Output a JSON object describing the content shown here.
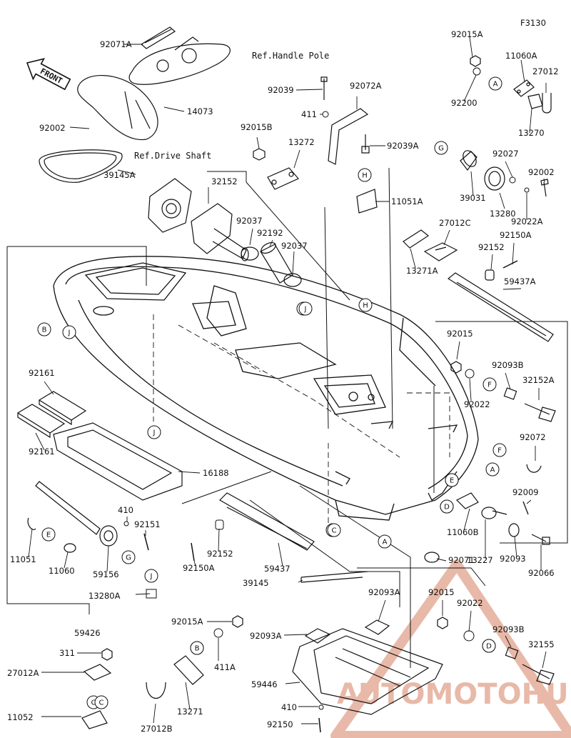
{
  "figure_code": "F3130",
  "front_label": "FRONT",
  "ref_handle_pole": "Ref.Handle Pole",
  "ref_drive_shaft": "Ref.Drive Shaft",
  "watermark_text": "AUTOMOTOHUB",
  "parts": [
    "92015A",
    "11060A",
    "27012",
    "92200",
    "13270",
    "92071A",
    "92039",
    "92072A",
    "411",
    "14073",
    "92002",
    "92015B",
    "13272",
    "92039A",
    "92027",
    "92002",
    "39145A",
    "32152",
    "11051A",
    "39031",
    "92022A",
    "13280",
    "92037",
    "92192",
    "92037",
    "27012C",
    "92150A",
    "13271A",
    "92152",
    "59437A",
    "92015",
    "92093B",
    "32152A",
    "92161",
    "92022",
    "92072",
    "92161",
    "16188",
    "92009",
    "410",
    "92151",
    "11060B",
    "13227",
    "11051",
    "11060",
    "59156",
    "92150A",
    "92152",
    "59437",
    "92093",
    "92066",
    "92071",
    "39145",
    "13280A",
    "92093A",
    "92015",
    "92022",
    "59426",
    "92015A",
    "92093A",
    "92093B",
    "32155",
    "311",
    "411A",
    "27012A",
    "59446",
    "13271",
    "410",
    "11052",
    "27012B",
    "92150"
  ],
  "callouts": [
    "A",
    "B",
    "C",
    "D",
    "E",
    "F",
    "G",
    "H",
    "J",
    "J",
    "J",
    "J",
    "A",
    "B",
    "C",
    "D",
    "E",
    "F",
    "G",
    "H",
    "J",
    "A",
    "C",
    "D",
    "E",
    "B",
    "C",
    "D"
  ]
}
